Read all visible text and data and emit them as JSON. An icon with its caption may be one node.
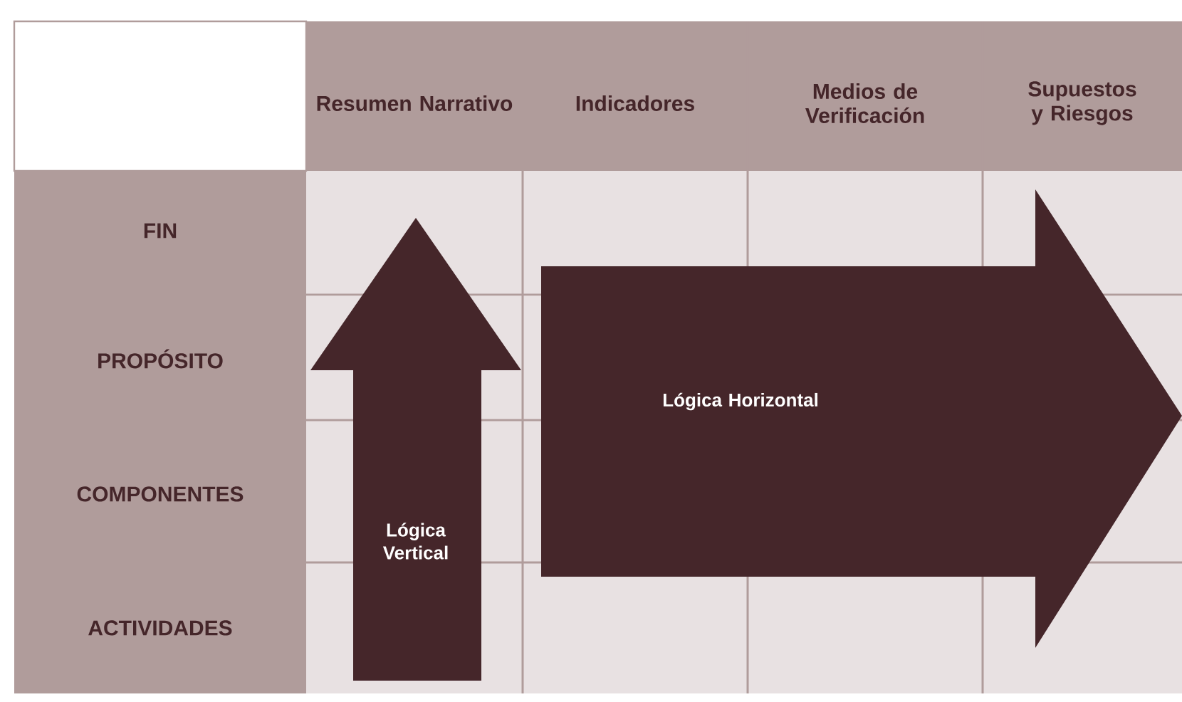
{
  "diagram": {
    "nodes": [
      {
        "text": [
          "Lógica Vertical"
        ]
      },
      {
        "text": [
          "Lógica Horizontal"
        ]
      }
    ],
    "labels": [
      "Resumen Narrativo",
      "Indicadores",
      "Medios de Verificación",
      "Supuestos y Riesgos",
      "FIN",
      "PROPÓSITO",
      "COMPONENTES",
      "ACTIVIDADES"
    ]
  }
}
